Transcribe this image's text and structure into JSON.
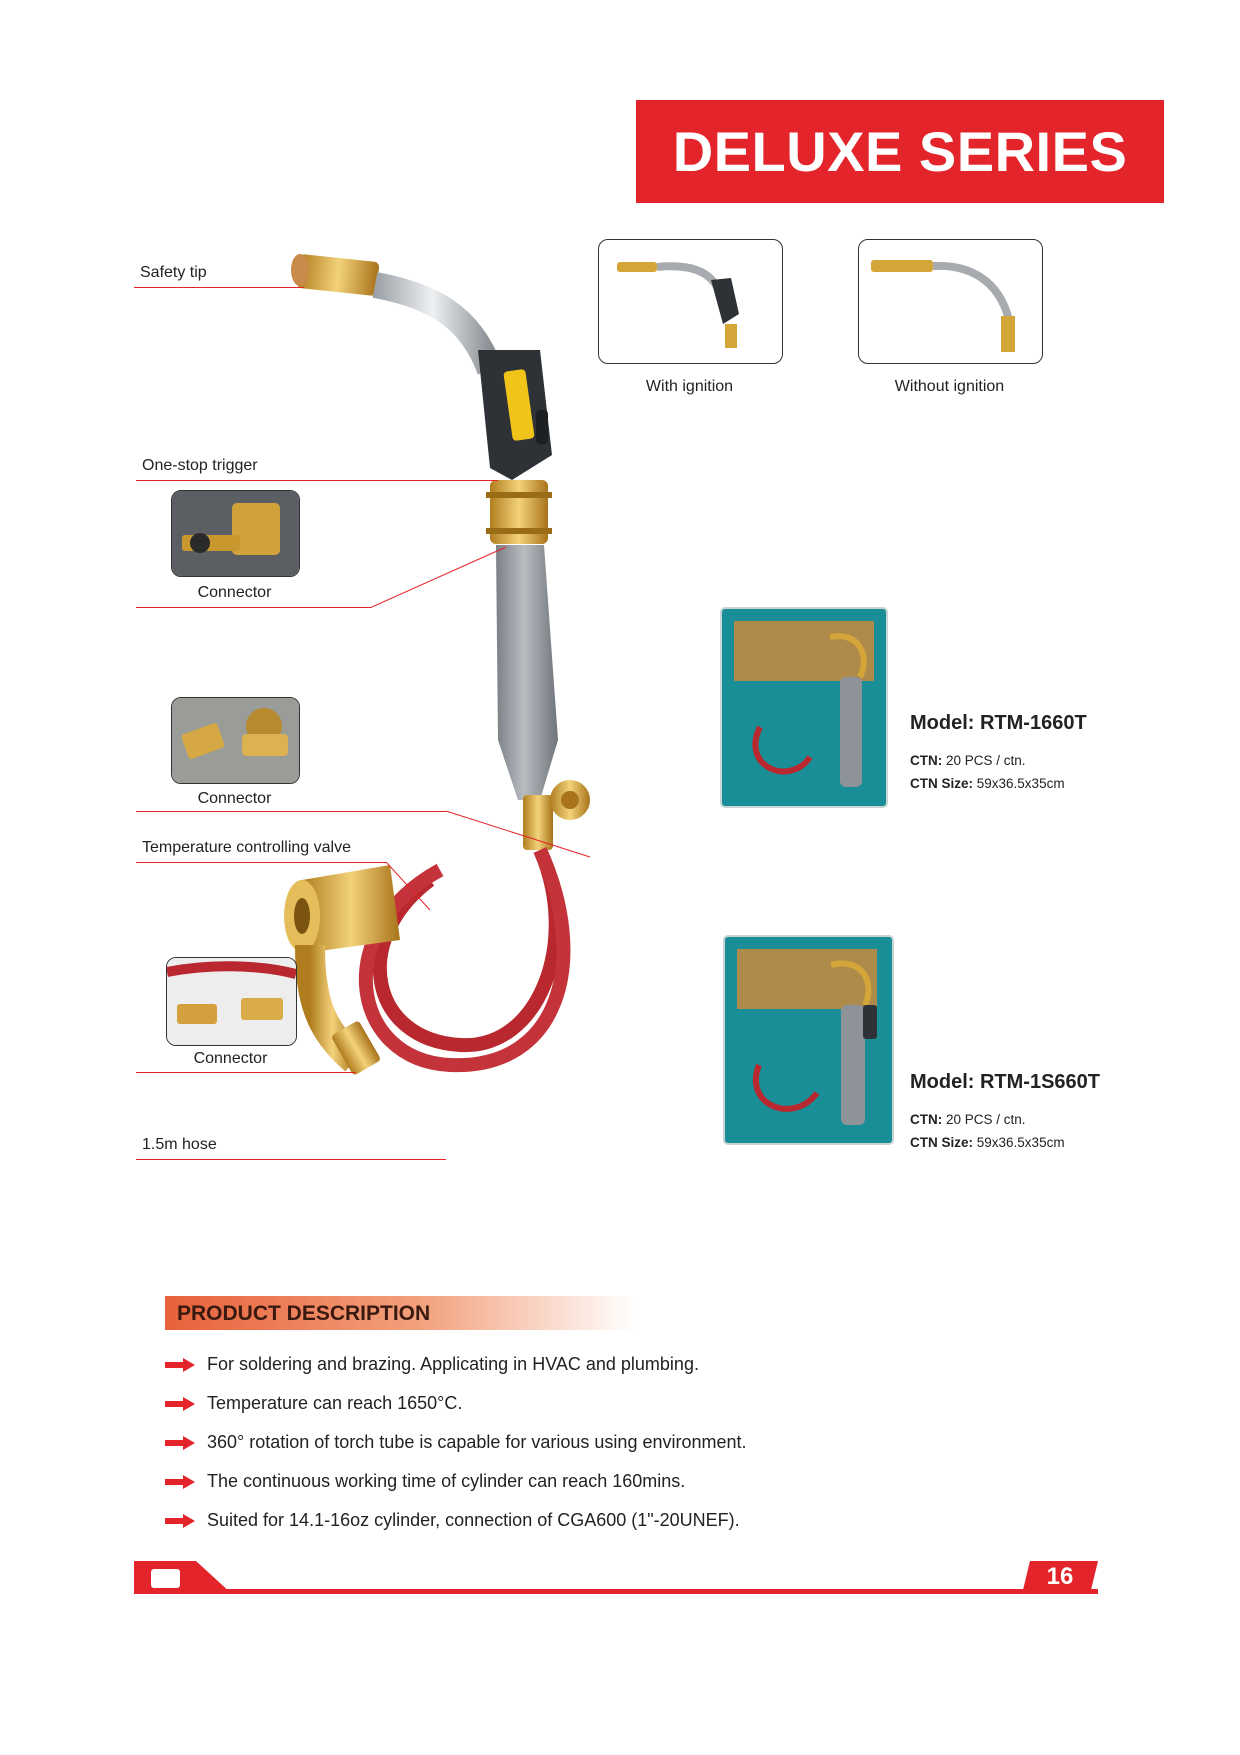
{
  "header": {
    "title": "DELUXE SERIES"
  },
  "callouts": [
    {
      "label": "Safety tip"
    },
    {
      "label": "One-stop trigger"
    },
    {
      "label": "Connector"
    },
    {
      "label": "Connector"
    },
    {
      "label": "Temperature controlling valve"
    },
    {
      "label": "Connector"
    },
    {
      "label": "1.5m hose"
    }
  ],
  "variants": [
    {
      "caption": "With ignition"
    },
    {
      "caption": "Without ignition"
    }
  ],
  "models": [
    {
      "title": "Model: RTM-1660T",
      "ctn_label": "CTN:",
      "ctn_value": " 20 PCS / ctn.",
      "size_label": "CTN Size:",
      "size_value": " 59x36.5x35cm"
    },
    {
      "title": "Model: RTM-1S660T",
      "ctn_label": "CTN:",
      "ctn_value": " 20 PCS / ctn.",
      "size_label": "CTN Size:",
      "size_value": " 59x36.5x35cm"
    }
  ],
  "description": {
    "heading": "PRODUCT DESCRIPTION",
    "items": [
      "For soldering and brazing. Applicating in HVAC and plumbing.",
      "Temperature can reach 1650°C.",
      "360° rotation of torch tube is capable for various using environment.",
      "The continuous working time of cylinder can reach 160mins.",
      "Suited for 14.1-16oz cylinder, connection of CGA600 (1\"-20UNEF)."
    ]
  },
  "footer": {
    "page_number": "16"
  },
  "colors": {
    "brand_red": "#e3242b",
    "brass": "#d4a63a",
    "hose_red": "#b8282e",
    "grip_gray": "#8e9399"
  }
}
